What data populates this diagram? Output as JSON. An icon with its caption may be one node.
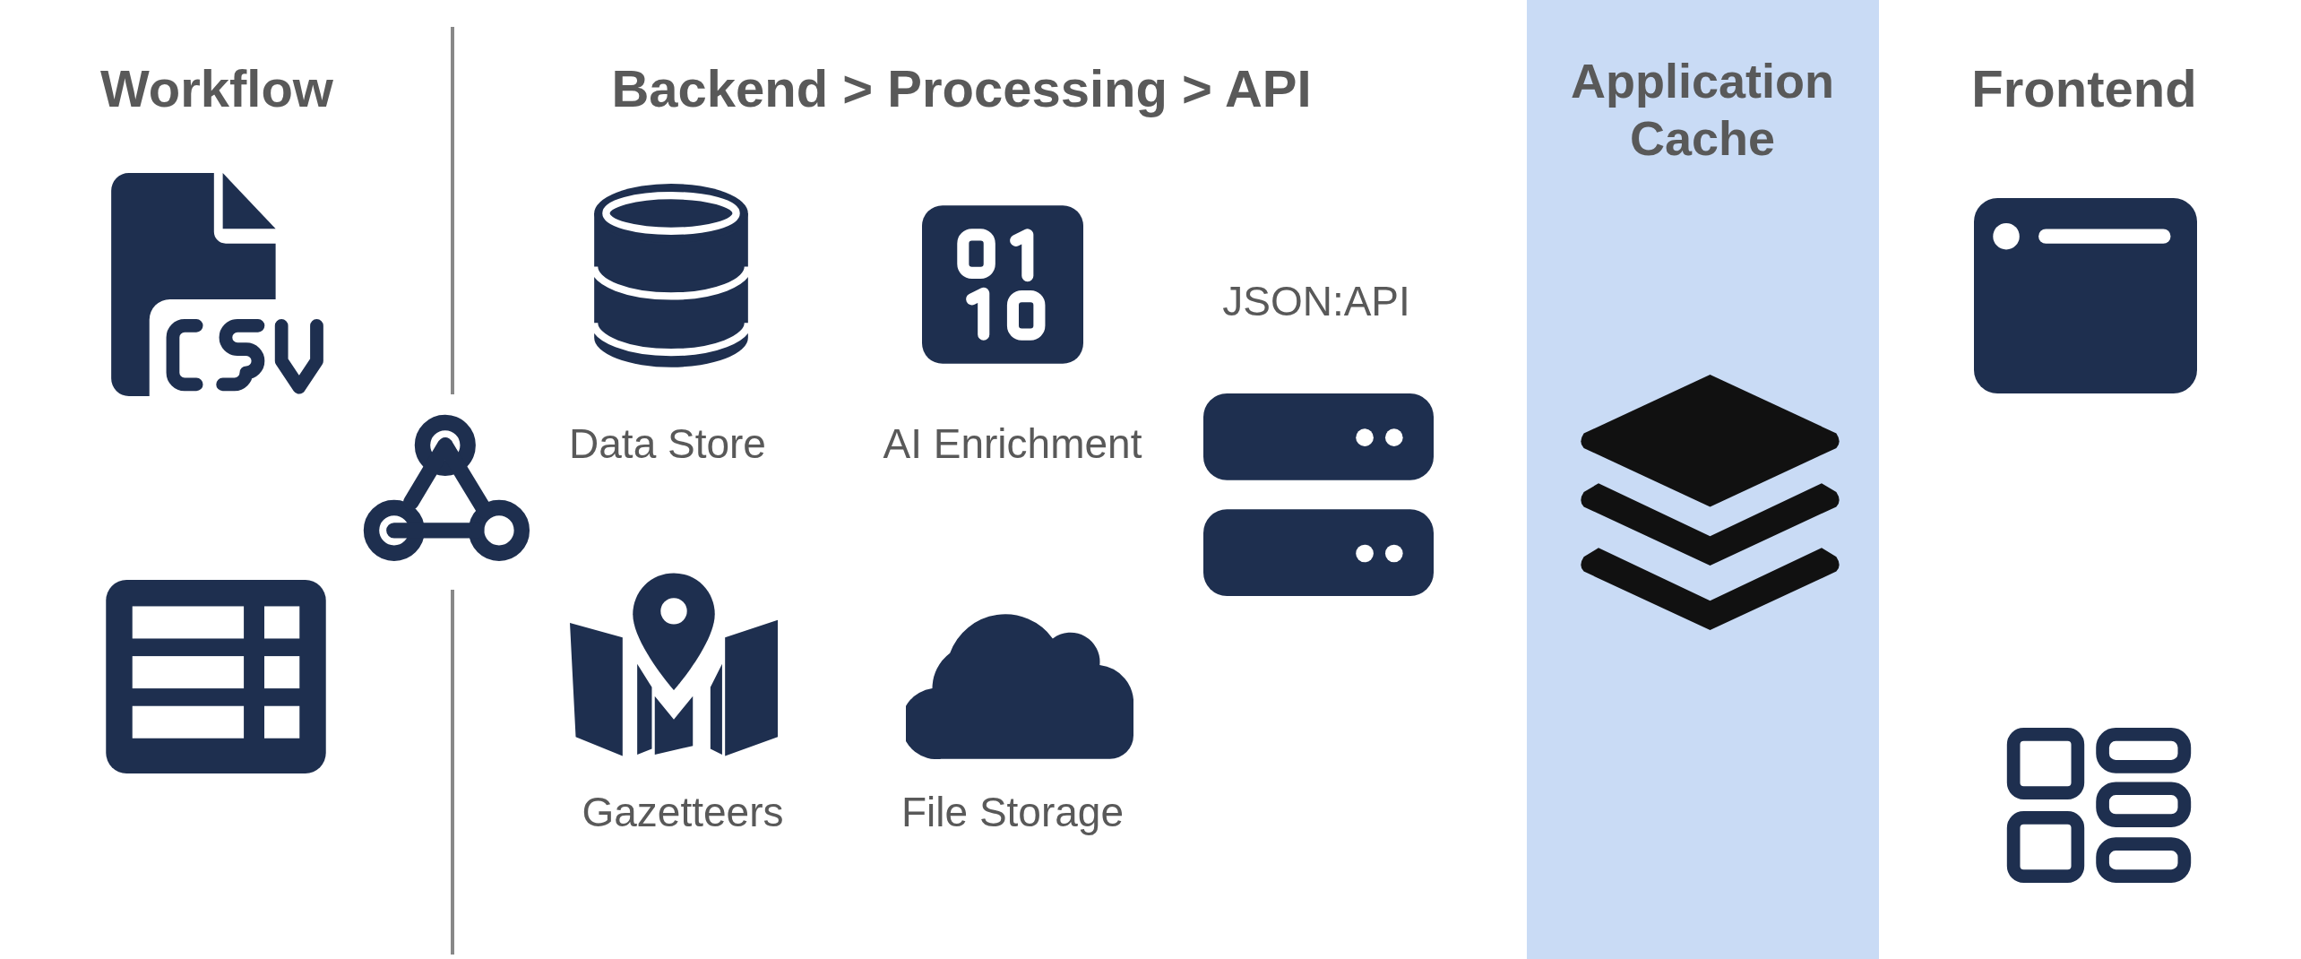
{
  "diagram": {
    "nodes": [
      {
        "text": [
          "Application Cache"
        ]
      }
    ],
    "labels": [
      "Workflow",
      "Backend > Processing > API",
      "Data Store",
      "AI Enrichment",
      "JSON:API",
      "Gazetteers",
      "File Storage",
      "Frontend"
    ]
  }
}
